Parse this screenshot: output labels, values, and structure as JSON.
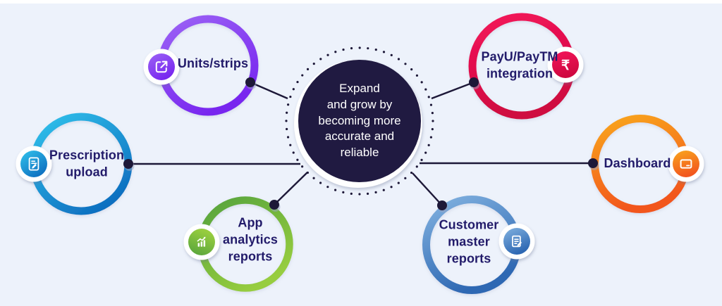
{
  "colors": {
    "background": "#edf2fb",
    "top_strip": "#ffffff",
    "connector": "#1d1838",
    "label_text": "#221b6a",
    "center_fill": "#201a41",
    "center_text": "#ffffff",
    "badge_ring": "#ffffff",
    "icon_color": "#ffffff"
  },
  "center": {
    "text": "Expand\nand grow by\nbecoming more\naccurate and\nreliable"
  },
  "nodes": [
    {
      "id": "units-strips",
      "label": "Units/strips",
      "icon": "external-link-icon",
      "color_from": "#9c63f5",
      "color_to": "#7827ef"
    },
    {
      "id": "payu-paytm-integration",
      "label": "PayU/PayTM\nintegration",
      "icon": "rupee-icon",
      "color_from": "#f3155a",
      "color_to": "#cf0840"
    },
    {
      "id": "prescription-upload",
      "label": "Prescription\nupload",
      "icon": "prescription-document-icon",
      "color_from": "#32c3ec",
      "color_to": "#0e6fc0"
    },
    {
      "id": "dashboard",
      "label": "Dashboard",
      "icon": "dashboard-screen-icon",
      "color_from": "#f9a61e",
      "color_to": "#f2571e"
    },
    {
      "id": "app-analytics-reports",
      "label": "App\nanalytics\nreports",
      "icon": "bar-chart-icon",
      "color_from": "#54a23c",
      "color_to": "#97cd3f"
    },
    {
      "id": "customer-master-reports",
      "label": "Customer\nmaster\nreports",
      "icon": "clipboard-pencil-icon",
      "color_from": "#82b2e0",
      "color_to": "#2e68b3"
    }
  ],
  "glyphs": {
    "rupee": "₹"
  }
}
